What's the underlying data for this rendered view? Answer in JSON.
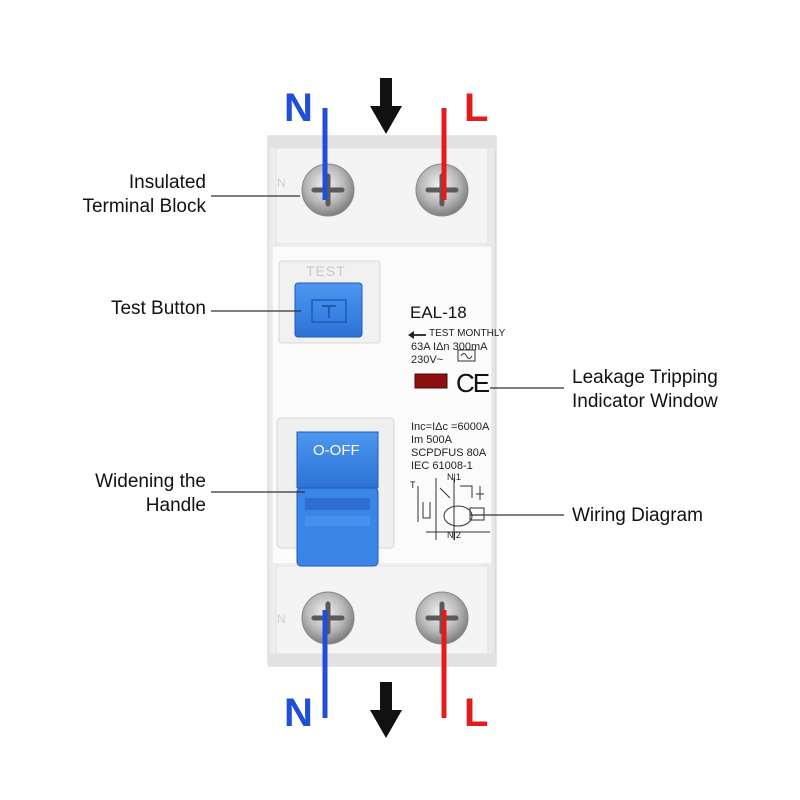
{
  "colors": {
    "neutral_wire": "#1f4fd8",
    "line_wire": "#e01c1c",
    "test_button": "#2f7ee6",
    "handle": "#3a86e8",
    "indicator": "#8b1010"
  },
  "terminals": {
    "top_neutral_label": "N",
    "top_line_label": "L",
    "bottom_neutral_label": "N",
    "bottom_line_label": "L",
    "embossed_n": "N"
  },
  "device": {
    "test_embossed": "TEST",
    "model": "EAL-18",
    "test_monthly": "TEST MONTHLY",
    "rating": "63A  IΔn 300mA",
    "voltage": "230V~",
    "ce_mark": "CE",
    "handle_label": "O-OFF",
    "specs": [
      "Inc=IΔc =6000A",
      "Im 500A",
      "SCPDFUS 80A",
      "IEC 61008-1"
    ],
    "diagram_top": "N|1",
    "diagram_bottom": "N|2",
    "diagram_t": "T"
  },
  "callouts": {
    "insulated_terminal_line1": "Insulated",
    "insulated_terminal_line2": "Terminal Block",
    "test_button": "Test Button",
    "leakage_line1": "Leakage Tripping",
    "leakage_line2": "Indicator Window",
    "handle_line1": "Widening the",
    "handle_line2": "Handle",
    "wiring_diagram": "Wiring Diagram"
  }
}
